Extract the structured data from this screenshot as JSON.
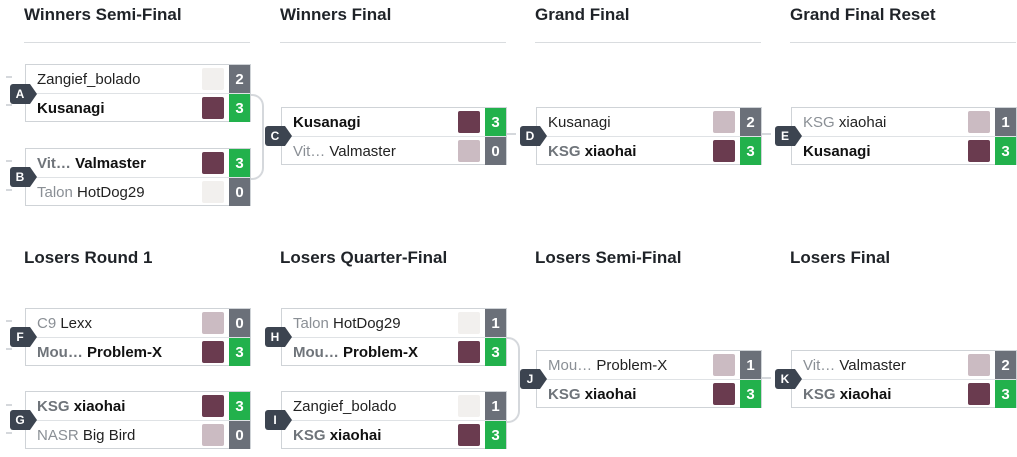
{
  "rounds": {
    "winners_semi": "Winners Semi-Final",
    "winners_final": "Winners Final",
    "grand_final": "Grand Final",
    "grand_final_reset": "Grand Final Reset",
    "losers_r1": "Losers Round 1",
    "losers_qf": "Losers Quarter-Final",
    "losers_sf": "Losers Semi-Final",
    "losers_final": "Losers Final"
  },
  "matches": {
    "A": {
      "label": "A",
      "p1": {
        "team": "",
        "name": "Zangief_bolado",
        "score": "2",
        "avatar": "blob-icon"
      },
      "p2": {
        "team": "",
        "name": "Kusanagi",
        "score": "3",
        "avatar": "fighter-icon"
      }
    },
    "B": {
      "label": "B",
      "p1": {
        "team": "Vit…",
        "name": "Valmaster",
        "score": "3",
        "avatar": "fighter-icon"
      },
      "p2": {
        "team": "Talon",
        "name": "HotDog29",
        "score": "0",
        "avatar": "blob-icon"
      }
    },
    "C": {
      "label": "C",
      "p1": {
        "team": "",
        "name": "Kusanagi",
        "score": "3",
        "avatar": "fighter-icon"
      },
      "p2": {
        "team": "Vit…",
        "name": "Valmaster",
        "score": "0",
        "avatar": "fighter-icon"
      }
    },
    "D": {
      "label": "D",
      "p1": {
        "team": "",
        "name": "Kusanagi",
        "score": "2",
        "avatar": "fighter-icon"
      },
      "p2": {
        "team": "KSG",
        "name": "xiaohai",
        "score": "3",
        "avatar": "fighter-icon"
      }
    },
    "E": {
      "label": "E",
      "p1": {
        "team": "KSG",
        "name": "xiaohai",
        "score": "1",
        "avatar": "fighter-icon"
      },
      "p2": {
        "team": "",
        "name": "Kusanagi",
        "score": "3",
        "avatar": "fighter-icon"
      }
    },
    "F": {
      "label": "F",
      "p1": {
        "team": "C9",
        "name": "Lexx",
        "score": "0",
        "avatar": "fighter-icon"
      },
      "p2": {
        "team": "Mou…",
        "name": "Problem-X",
        "score": "3",
        "avatar": "fighter-icon"
      }
    },
    "G": {
      "label": "G",
      "p1": {
        "team": "KSG",
        "name": "xiaohai",
        "score": "3",
        "avatar": "fighter-icon"
      },
      "p2": {
        "team": "NASR",
        "name": "Big Bird",
        "score": "0",
        "avatar": "fighter-icon"
      }
    },
    "H": {
      "label": "H",
      "p1": {
        "team": "Talon",
        "name": "HotDog29",
        "score": "1",
        "avatar": "blob-icon"
      },
      "p2": {
        "team": "Mou…",
        "name": "Problem-X",
        "score": "3",
        "avatar": "fighter-icon"
      }
    },
    "I": {
      "label": "I",
      "p1": {
        "team": "",
        "name": "Zangief_bolado",
        "score": "1",
        "avatar": "blob-icon"
      },
      "p2": {
        "team": "KSG",
        "name": "xiaohai",
        "score": "3",
        "avatar": "fighter-icon"
      }
    },
    "J": {
      "label": "J",
      "p1": {
        "team": "Mou…",
        "name": "Problem-X",
        "score": "1",
        "avatar": "fighter-icon"
      },
      "p2": {
        "team": "KSG",
        "name": "xiaohai",
        "score": "3",
        "avatar": "fighter-icon"
      }
    },
    "K": {
      "label": "K",
      "p1": {
        "team": "Vit…",
        "name": "Valmaster",
        "score": "2",
        "avatar": "fighter-icon"
      },
      "p2": {
        "team": "KSG",
        "name": "xiaohai",
        "score": "3",
        "avatar": "fighter-icon"
      }
    }
  },
  "colors": {
    "win": "#22b14c",
    "lose": "#6b7079",
    "badge": "#3c4450"
  }
}
